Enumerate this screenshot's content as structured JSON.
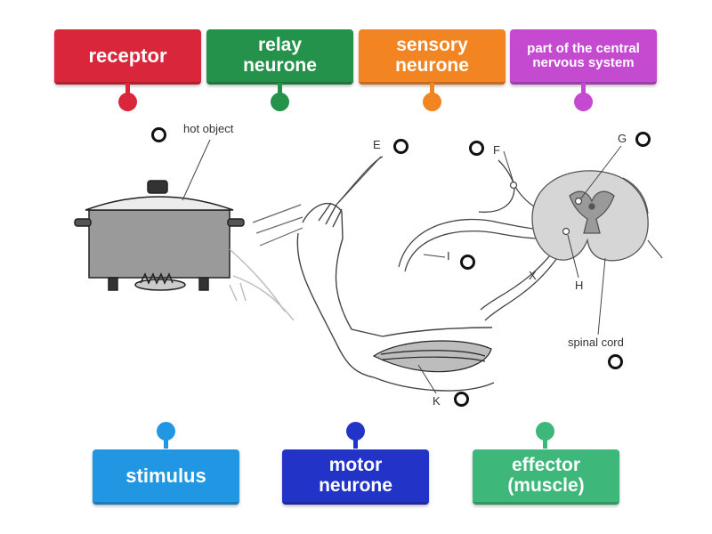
{
  "top_tiles": [
    {
      "label": "receptor",
      "color": "#d9263b"
    },
    {
      "label": "relay neurone",
      "color": "#24924a"
    },
    {
      "label": "sensory neurone",
      "color": "#f28422"
    },
    {
      "label": "part of the central nervous system",
      "color": "#c44bd0"
    }
  ],
  "bottom_tiles": [
    {
      "label": "stimulus",
      "color": "#2196e3"
    },
    {
      "label": "motor neurone",
      "color": "#2233c8"
    },
    {
      "label": "effector (muscle)",
      "color": "#3eb77a"
    }
  ],
  "diagram_labels": {
    "hot_object": "hot object",
    "E": "E",
    "F": "F",
    "G": "G",
    "H": "H",
    "I": "I",
    "K": "K",
    "X": "X",
    "spinal_cord": "spinal cord"
  }
}
